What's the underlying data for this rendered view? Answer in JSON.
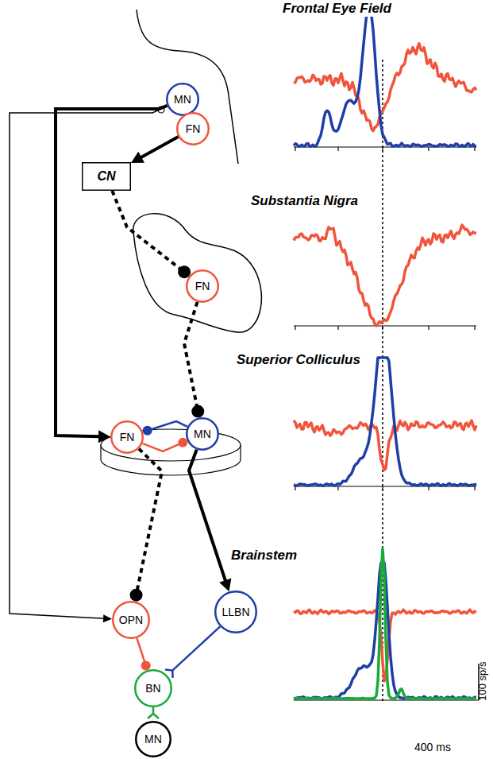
{
  "diagram": {
    "nodes": [
      {
        "text": [
          "MN"
        ]
      },
      {
        "text": [
          "FN"
        ]
      },
      {
        "text": [
          "CN"
        ]
      },
      {
        "text": [
          "FN"
        ]
      },
      {
        "text": [
          "FN"
        ]
      },
      {
        "text": [
          "MN"
        ]
      },
      {
        "text": [
          "OPN"
        ]
      },
      {
        "text": [
          "LLBN"
        ]
      },
      {
        "text": [
          "BN"
        ]
      },
      {
        "text": [
          "MN"
        ]
      }
    ],
    "edges": [
      {
        "from": 1,
        "to": 2,
        "arrow": "to"
      },
      {
        "from": 0,
        "to": 4,
        "arrow": "to"
      },
      {
        "from": 0,
        "to": 6,
        "arrow": "to"
      },
      {
        "from": 2,
        "to": 3,
        "arrow": "to"
      },
      {
        "from": 3,
        "to": 5,
        "arrow": "to"
      },
      {
        "from": 5,
        "to": 4,
        "arrow": "to"
      },
      {
        "from": 4,
        "to": 5,
        "arrow": "to"
      },
      {
        "from": 5,
        "to": 7,
        "arrow": "to"
      },
      {
        "from": 4,
        "to": 6,
        "arrow": "to"
      },
      {
        "from": 6,
        "to": 8,
        "arrow": "to"
      },
      {
        "from": 7,
        "to": 8,
        "arrow": "to"
      },
      {
        "from": 8,
        "to": 9,
        "arrow": "to"
      }
    ],
    "labels": [
      "Frontal Eye Field",
      "Substantia Nigra",
      "Superior Colliculus",
      "Brainstem",
      "100 sp/s",
      "400 ms"
    ]
  }
}
